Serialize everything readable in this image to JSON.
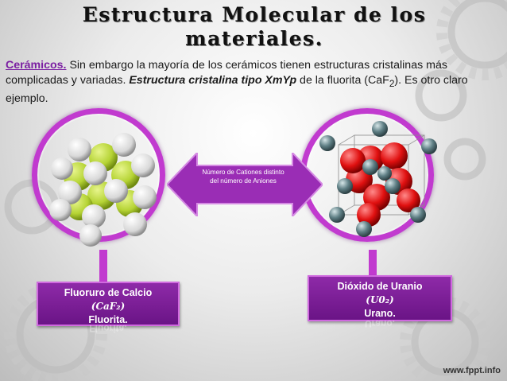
{
  "title": "Estructura Molecular de los materiales.",
  "intro": {
    "keyword": "Cerámicos.",
    "text1": " Sin embargo la mayoría de los cerámicos tienen estructuras cristalinas más complicadas y variadas. ",
    "emphasis": "Estructura cristalina tipo XmYp",
    "text2": " de la fluorita (CaF",
    "sub": "2",
    "text3": "). Es otro claro ejemplo."
  },
  "center_note": "Número de Cationes distinto del número de Aniones",
  "left_card": {
    "name": "Fluoruro de Calcio",
    "formula": "(CaF₂)",
    "common": "Fluorita."
  },
  "right_card": {
    "name": "Dióxido de Uranio",
    "formula": "(U0₂)",
    "common": "Urano."
  },
  "colors": {
    "accent": "#c13acf",
    "label_bg": "#7b1fa2",
    "fluorine": "#b5d334",
    "calcium": "#e8e8e8",
    "oxygen": "#e01010",
    "uranium": "#5f7f85"
  },
  "footer": "www.fppt.info"
}
